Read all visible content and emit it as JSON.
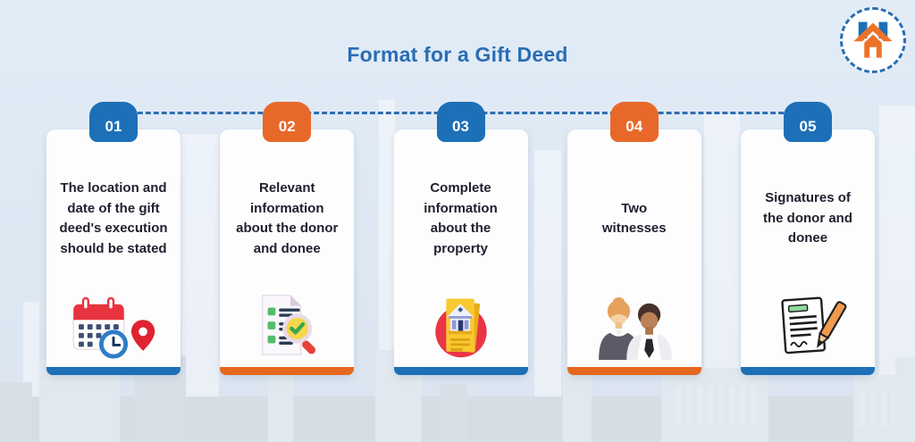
{
  "title": "Format for a Gift Deed",
  "logo": {
    "icon": "home-logo-icon"
  },
  "colors": {
    "blue_accent": "#1d70b7",
    "orange_accent": "#e8682a",
    "title_blue": "#2a6db4",
    "text_dark": "#20212f",
    "background": "#dfe9f4",
    "skyline_strip": "#d5dde5"
  },
  "connector": {
    "style": "dashed-line",
    "color": "#2f6eb0"
  },
  "steps": [
    {
      "number": "01",
      "accent": "blue",
      "text": "The location and date of the gift deed's execution should be stated",
      "icon": "calendar-clock-location-icon"
    },
    {
      "number": "02",
      "accent": "orange",
      "text": "Relevant information about the donor and donee",
      "icon": "document-checklist-magnifier-icon"
    },
    {
      "number": "03",
      "accent": "blue",
      "text": "Complete information about the property",
      "icon": "property-document-icon"
    },
    {
      "number": "04",
      "accent": "orange",
      "text": "Two witnesses",
      "icon": "two-witnesses-icon"
    },
    {
      "number": "05",
      "accent": "blue",
      "text": "Signatures of the donor and donee",
      "icon": "signature-document-pen-icon"
    }
  ]
}
